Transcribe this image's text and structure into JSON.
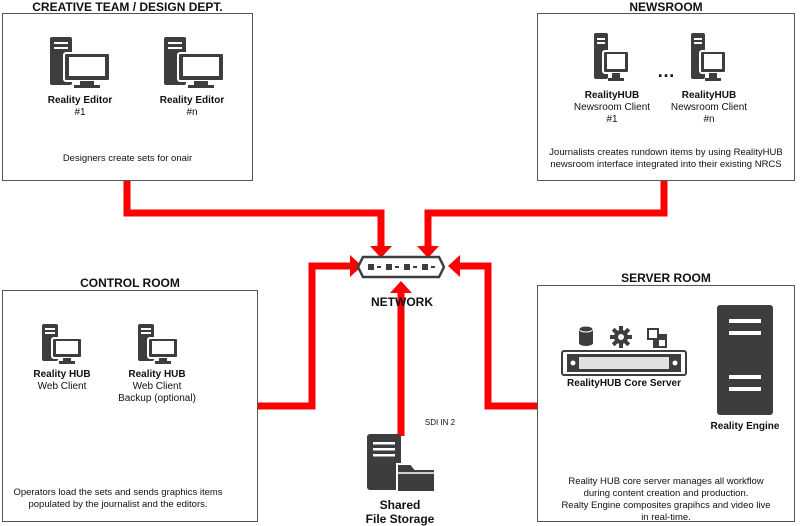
{
  "sections": {
    "creative": {
      "title": "CREATIVE TEAM / DESIGN DEPT.",
      "workstations": [
        {
          "name": "Reality Editor",
          "sub": "#1"
        },
        {
          "name": "Reality Editor",
          "sub": "#n"
        }
      ],
      "description": "Designers create sets for onair"
    },
    "newsroom": {
      "title": "NEWSROOM",
      "workstations": [
        {
          "name": "RealityHUB",
          "sub": "Newsroom Client",
          "sub2": "#1"
        },
        {
          "name": "RealityHUB",
          "sub": "Newsroom Client",
          "sub2": "#n"
        }
      ],
      "ellipsis": "…",
      "description_line1": "Journalists creates rundown items by using RealityHUB",
      "description_line2": "newsroom interface  integrated into their existing NRCS"
    },
    "control": {
      "title": "CONTROL ROOM",
      "workstations": [
        {
          "name": "Reality HUB",
          "sub": "Web Client",
          "sub2": ""
        },
        {
          "name": "Reality HUB",
          "sub": "Web Client",
          "sub2": "Backup (optional)"
        }
      ],
      "description_line1": "Operators load the sets and sends graphics items",
      "description_line2": "populated by the journalist and the editors."
    },
    "server": {
      "title": "SERVER ROOM",
      "core_server_label": "RealityHUB Core Server",
      "engine_label": "Reality Engine",
      "description_line1": "Reality HUB core server manages all workflow",
      "description_line2": "during content creation and production.",
      "description_line3": "Realty Engine composites grapihcs and video live",
      "description_line4": "in real-time."
    }
  },
  "network": {
    "label": "NETWORK"
  },
  "storage": {
    "line1": "Shared",
    "line2": "File Storage"
  },
  "sdi_label": "SDI IN 2",
  "colors": {
    "link": "#ff0000",
    "device": "#3d3d3d",
    "border": "#555555"
  }
}
